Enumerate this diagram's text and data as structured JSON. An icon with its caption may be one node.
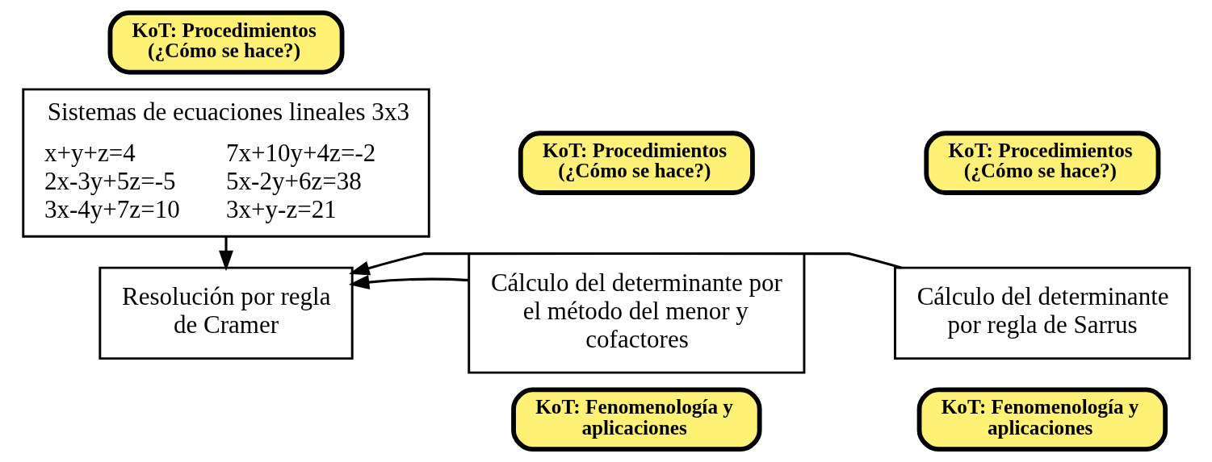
{
  "diagram": {
    "nodes": [
      {
        "text": [
          "KoT: Procedimientos (¿Cómo se hace?)"
        ]
      },
      {
        "text": [
          "Sistemas de ecuaciones lineales 3x3",
          "x+y+z=4 2x-3y+5z=-5 3x-4y+7z=10",
          "7x+10y+4z=-2 5x-2y+6z=38 3x+y-z=21"
        ]
      },
      {
        "text": [
          "KoT: Procedimientos (¿Cómo se hace?)"
        ]
      },
      {
        "text": [
          "Cálculo del determinante por regla de Sarrus"
        ]
      },
      {
        "text": [
          "KoT: Fenomenología y aplicaciones"
        ]
      },
      {
        "text": [
          "Resolución por regla de Cramer"
        ]
      },
      {
        "text": [
          "KoT: Procedimientos (¿Cómo se hace?)"
        ]
      },
      {
        "text": [
          "Cálculo del determinante por el método del menor y cofactores"
        ]
      },
      {
        "text": [
          "KoT: Fenomenología y aplicaciones"
        ]
      }
    ],
    "edges": [
      {
        "from": 1,
        "to": 5,
        "arrow": "to"
      },
      {
        "from": 3,
        "to": 5,
        "arrow": "to"
      },
      {
        "from": 7,
        "to": 5,
        "arrow": "to"
      }
    ]
  }
}
